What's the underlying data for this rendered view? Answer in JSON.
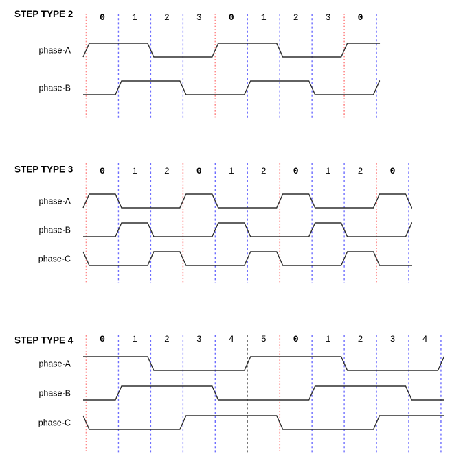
{
  "page": {
    "background": "#ffffff"
  },
  "diagram": {
    "waveform_color": "#2e2e2e",
    "text_color": "#000000",
    "divider_palette": {
      "red": "#ff8a8a",
      "blue": "#5353ff",
      "black": "#4d4d4d"
    },
    "sections": [
      {
        "title": "STEP TYPE 2",
        "steps": [
          {
            "label": "0",
            "bold": true
          },
          {
            "label": "1",
            "bold": false
          },
          {
            "label": "2",
            "bold": false
          },
          {
            "label": "3",
            "bold": false
          },
          {
            "label": "0",
            "bold": true
          },
          {
            "label": "1",
            "bold": false
          },
          {
            "label": "2",
            "bold": false
          },
          {
            "label": "3",
            "bold": false
          },
          {
            "label": "0",
            "bold": true
          }
        ],
        "dividers": [
          "red",
          "blue",
          "blue",
          "blue",
          "red",
          "blue",
          "blue",
          "blue",
          "red",
          "blue"
        ],
        "phases": [
          {
            "label": "phase-A",
            "levels": [
              0,
              1,
              1,
              0,
              0,
              1,
              1,
              0,
              0,
              1,
              1
            ]
          },
          {
            "label": "phase-B",
            "levels": [
              0,
              0,
              1,
              1,
              0,
              0,
              1,
              1,
              0,
              0,
              1
            ]
          }
        ]
      },
      {
        "title": "STEP TYPE 3",
        "steps": [
          {
            "label": "0",
            "bold": true
          },
          {
            "label": "1",
            "bold": false
          },
          {
            "label": "2",
            "bold": false
          },
          {
            "label": "0",
            "bold": true
          },
          {
            "label": "1",
            "bold": false
          },
          {
            "label": "2",
            "bold": false
          },
          {
            "label": "0",
            "bold": true
          },
          {
            "label": "1",
            "bold": false
          },
          {
            "label": "2",
            "bold": false
          },
          {
            "label": "0",
            "bold": true
          }
        ],
        "dividers": [
          "red",
          "blue",
          "blue",
          "red",
          "blue",
          "blue",
          "red",
          "blue",
          "blue",
          "red",
          "blue"
        ],
        "phases": [
          {
            "label": "phase-A",
            "levels": [
              0,
              1,
              0,
              0,
              1,
              0,
              0,
              1,
              0,
              0,
              1,
              0
            ]
          },
          {
            "label": "phase-B",
            "levels": [
              0,
              0,
              1,
              0,
              0,
              1,
              0,
              0,
              1,
              0,
              0,
              1
            ]
          },
          {
            "label": "phase-C",
            "levels": [
              1,
              0,
              0,
              1,
              0,
              0,
              1,
              0,
              0,
              1,
              0,
              0
            ]
          }
        ]
      },
      {
        "title": "STEP TYPE 4",
        "steps": [
          {
            "label": "0",
            "bold": true
          },
          {
            "label": "1",
            "bold": false
          },
          {
            "label": "2",
            "bold": false
          },
          {
            "label": "3",
            "bold": false
          },
          {
            "label": "4",
            "bold": false
          },
          {
            "label": "5",
            "bold": false
          },
          {
            "label": "0",
            "bold": true
          },
          {
            "label": "1",
            "bold": false
          },
          {
            "label": "2",
            "bold": false
          },
          {
            "label": "3",
            "bold": false
          },
          {
            "label": "4",
            "bold": false
          }
        ],
        "dividers": [
          "red",
          "blue",
          "blue",
          "blue",
          "blue",
          "black",
          "red",
          "blue",
          "blue",
          "blue",
          "blue",
          "blue"
        ],
        "phases": [
          {
            "label": "phase-A",
            "levels": [
              1,
              1,
              1,
              0,
              0,
              0,
              1,
              1,
              1,
              0,
              0,
              0,
              1
            ]
          },
          {
            "label": "phase-B",
            "levels": [
              0,
              0,
              1,
              1,
              1,
              0,
              0,
              0,
              1,
              1,
              1,
              0,
              0
            ]
          },
          {
            "label": "phase-C",
            "levels": [
              1,
              0,
              0,
              0,
              1,
              1,
              1,
              0,
              0,
              0,
              1,
              1,
              1
            ]
          }
        ]
      }
    ]
  }
}
